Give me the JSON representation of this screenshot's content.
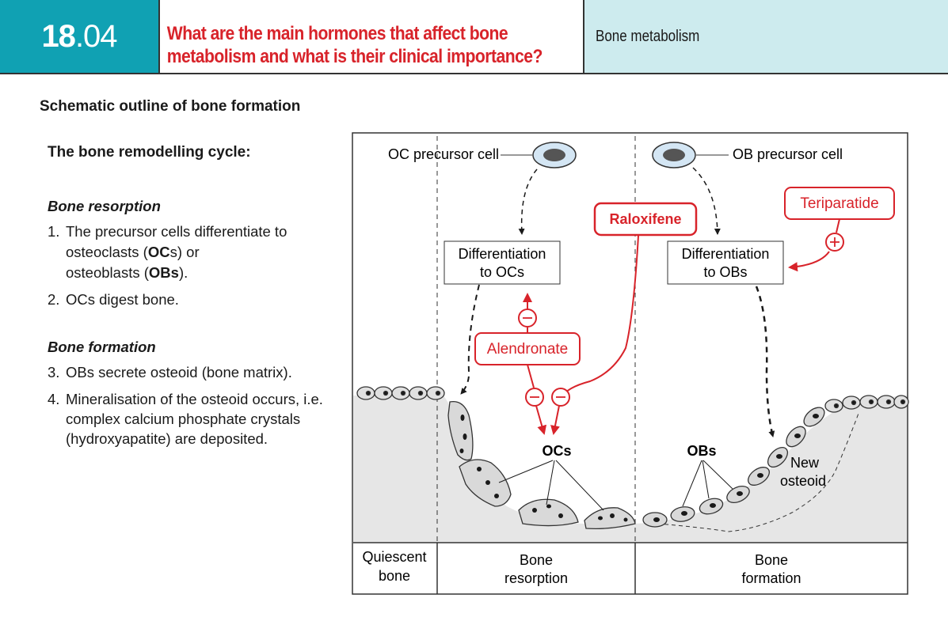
{
  "header": {
    "chapter": "18",
    "section": ".04",
    "title_line1": "What are the main hormones that affect bone",
    "title_line2": "metabolism and what is their clinical importance?",
    "topic": "Bone metabolism"
  },
  "section_title": "Schematic outline of bone formation",
  "left": {
    "cycle_title": "The bone remodelling cycle:",
    "resorption": {
      "heading": "Bone resorption",
      "item1_num": "1.",
      "item1_a": "The precursor cells differentiate to osteoclasts (",
      "item1_oc": "OC",
      "item1_b": "s) or",
      "item1_c": "osteoblasts (",
      "item1_ob": "OBs",
      "item1_d": ").",
      "item2_num": "2.",
      "item2": "OCs digest bone."
    },
    "formation": {
      "heading": "Bone formation",
      "item3_num": "3.",
      "item3": "OBs secrete osteoid (bone matrix).",
      "item4_num": "4.",
      "item4": "Mineralisation of the osteoid occurs, i.e. complex calcium phosphate crystals (hydroxyapatite) are deposited."
    }
  },
  "diagram": {
    "oc_precursor": "OC precursor cell",
    "ob_precursor": "OB precursor cell",
    "diff_oc_1": "Differentiation",
    "diff_oc_2": "to OCs",
    "diff_ob_1": "Differentiation",
    "diff_ob_2": "to OBs",
    "raloxifene": "Raloxifene",
    "teriparatide": "Teriparatide",
    "alendronate": "Alendronate",
    "ocs": "OCs",
    "obs": "OBs",
    "new_osteoid_1": "New",
    "new_osteoid_2": "osteoid",
    "phase_quiescent_1": "Quiescent",
    "phase_quiescent_2": "bone",
    "phase_resorption_1": "Bone",
    "phase_resorption_2": "resorption",
    "phase_formation_1": "Bone",
    "phase_formation_2": "formation",
    "colors": {
      "red": "#d8232a",
      "teal": "#10a1b3",
      "light_teal": "#cdebee",
      "cell_fill": "#d9d9d9",
      "bone_fill": "#e6e6e6"
    }
  }
}
